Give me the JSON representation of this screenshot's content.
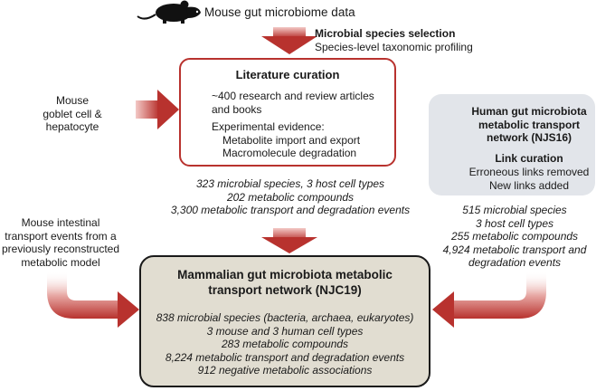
{
  "top": {
    "source_label": "Mouse gut microbiome data",
    "selection_title": "Microbial species selection",
    "selection_subtitle": "Species-level taxonomic profiling"
  },
  "left_inputs": {
    "goblet_lines": [
      "Mouse",
      "goblet cell &",
      "hepatocyte"
    ],
    "intestinal_lines": [
      "Mouse intestinal",
      "transport events from a",
      "previously reconstructed",
      "metabolic model"
    ]
  },
  "literature_box": {
    "title": "Literature curation",
    "articles_lines": [
      "~400 research and review articles",
      "and books"
    ],
    "evidence_lines": [
      "Experimental evidence:",
      "Metabolite import and export",
      "Macromolecule degradation"
    ]
  },
  "literature_stats": [
    "323 microbial species, 3 host cell types",
    "202 metabolic compounds",
    "3,300 metabolic transport and degradation events"
  ],
  "human_box": {
    "title_lines": [
      "Human gut microbiota",
      "metabolic transport",
      "network (NJS16)"
    ],
    "link_title": "Link curation",
    "link_lines": [
      "Erroneous links removed",
      "New links added"
    ]
  },
  "human_stats": [
    "515 microbial species",
    "3 host cell types",
    "255 metabolic compounds",
    "4,924 metabolic transport and",
    "degradation events"
  ],
  "njc_box": {
    "title_lines": [
      "Mammalian gut microbiota metabolic",
      "transport network (NJC19)"
    ],
    "stats": [
      "838 microbial species (bacteria, archaea, eukaryotes)",
      "3 mouse and 3 human cell types",
      "283 metabolic compounds",
      "8,224 metabolic transport and degradation events",
      "912 negative metabolic associations"
    ]
  },
  "icons": [
    "mouse-icon",
    "documents-icon",
    "test-tube-icon",
    "human-body-icon"
  ],
  "colors": {
    "arrow": "#b8322e",
    "njc_fill": "#e1ddd1",
    "human_fill": "#e2e5ea",
    "border": "#b8322e"
  }
}
